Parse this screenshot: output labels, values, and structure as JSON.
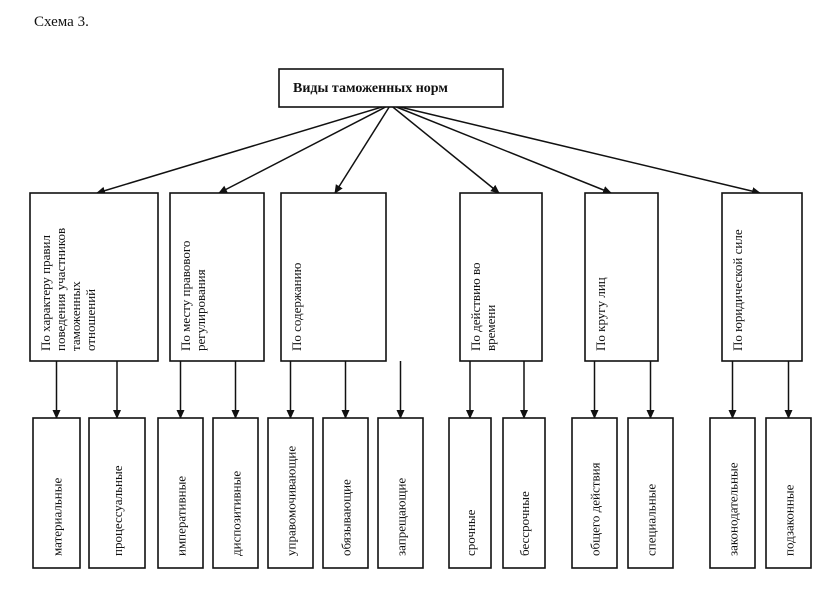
{
  "caption": "Схема 3.",
  "root": "Виды таможенных норм",
  "categories": [
    {
      "label": [
        "По характеру правил",
        "поведения участников",
        "таможенных",
        "отношений"
      ],
      "children": [
        "материальные",
        "процессуальные"
      ]
    },
    {
      "label": [
        "По месту правового",
        "регулирования"
      ],
      "children": [
        "императивные",
        "диспозитивные"
      ]
    },
    {
      "label": [
        "По содержанию"
      ],
      "children": [
        "управомочивающие",
        "обязывающие",
        "запрещающие"
      ]
    },
    {
      "label": [
        "По действию во",
        "времени"
      ],
      "children": [
        "срочные",
        "бессрочные"
      ]
    },
    {
      "label": [
        "По кругу лиц"
      ],
      "children": [
        "общего действия",
        "специальные"
      ]
    },
    {
      "label": [
        "По юридической силе"
      ],
      "children": [
        "законодательные",
        "подзаконные"
      ]
    }
  ]
}
